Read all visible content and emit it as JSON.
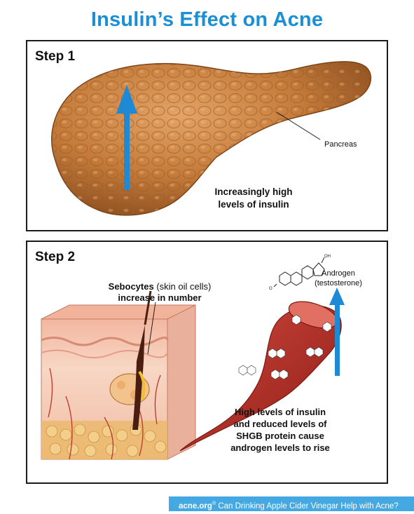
{
  "title": "Insulin’s Effect on Acne",
  "step1": {
    "label": "Step 1",
    "pancreas_label": "Pancreas",
    "caption_line1": "Increasingly high",
    "caption_line2": "levels of insulin"
  },
  "step2": {
    "label": "Step 2",
    "sebocytes_bold": "Sebocytes",
    "sebocytes_rest": "(skin oil cells)",
    "sebocytes_line2": "increase in number",
    "androgen_line1": "Androgen",
    "androgen_line2": "(testosterone)",
    "molecule_labels": [
      "OH",
      "O"
    ],
    "caption_line1": "High levels of insulin",
    "caption_line2": "and reduced levels of",
    "caption_line3": "SHGB protein cause",
    "caption_line4": "androgen levels to rise"
  },
  "colors": {
    "title_blue": "#1a8fd6",
    "arrow_blue": "#1e8ad6",
    "pancreas": "#c9803f",
    "vessel_red": "#b22a22",
    "footer_bg": "#44a9e2"
  },
  "footer": {
    "brand": "acne.org",
    "trademark": "®",
    "text": "Can Drinking Apple Cider Vinegar Help with Acne?"
  }
}
